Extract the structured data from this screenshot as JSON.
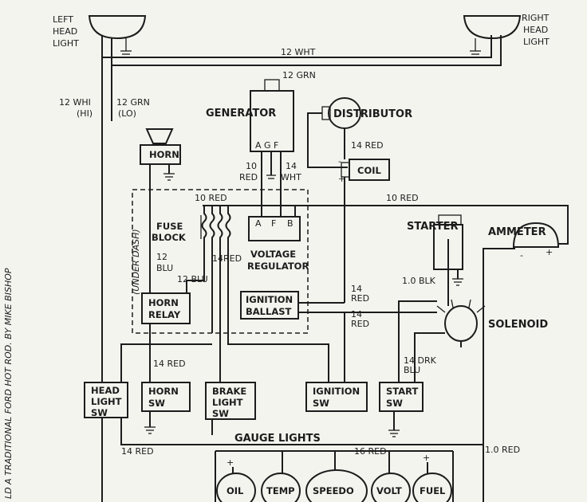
{
  "components": {
    "left_head_light": [
      "LEFT",
      "HEAD",
      "LIGHT"
    ],
    "right_head_light": [
      "RIGHT",
      "HEAD",
      "LIGHT"
    ],
    "generator": "GENERATOR",
    "generator_terminals": "A G F",
    "distributor": "DISTRIBUTOR",
    "coil": "COIL",
    "horn": "HORN",
    "fuse_block": [
      "FUSE",
      "BLOCK"
    ],
    "voltage_regulator": [
      "VOLTAGE",
      "REGULATOR"
    ],
    "regulator_terminals": [
      "A",
      "F",
      "B"
    ],
    "under_dash": "(UNDER DASH)",
    "starter": "STARTER",
    "ammeter": "AMMETER",
    "solenoid": "SOLENOID",
    "horn_relay": [
      "HORN",
      "RELAY"
    ],
    "ignition_ballast": [
      "IGNITION",
      "BALLAST"
    ],
    "head_light_sw": [
      "HEAD",
      "LIGHT",
      "SW"
    ],
    "horn_sw": [
      "HORN",
      "SW"
    ],
    "brake_light_sw": [
      "BRAKE",
      "LIGHT",
      "SW"
    ],
    "ignition_sw": [
      "IGNITION",
      "SW"
    ],
    "start_sw": [
      "START",
      "SW"
    ],
    "gauge_lights": "GAUGE LIGHTS",
    "gauges": [
      "OIL",
      "TEMP",
      "SPEEDO",
      "VOLT",
      "FUEL"
    ]
  },
  "wires": {
    "w_12_wht": "12 WHT",
    "w_12_grn": "12 GRN",
    "w_12_whi": "12 WHI",
    "w_hi": "(HI)",
    "w_12_grn_lo": "12 GRN",
    "w_lo": "(LO)",
    "w_14_red_coil": "14 RED",
    "w_10_red_gen": [
      "10",
      "RED"
    ],
    "w_14_wht_gen": [
      "14",
      "WHT"
    ],
    "w_10_red_fuse": "10 RED",
    "w_10_red_ammeter": "10 RED",
    "w_12_blu_a": [
      "12",
      "BLU"
    ],
    "w_14_red_fuse": "14RED",
    "w_12_blu_b": "12 BLU",
    "w_1_0_blk": "1.0 BLK",
    "w_14_red_ign_a": [
      "14",
      "RED"
    ],
    "w_14_red_ign_b": [
      "14",
      "RED"
    ],
    "w_14_red_horn": "14 RED",
    "w_14_drk_blu": [
      "14 DRK",
      "BLU"
    ],
    "w_14_red_bottom": "14 RED",
    "w_16_red": "16 RED",
    "w_1_0_red": "1.0 RED",
    "plus_left": "+",
    "plus_right": "+",
    "minus_ammeter": "-",
    "plus_ammeter": "+",
    "plus_coil": "+",
    "minus_coil": "-"
  },
  "margin_note": "LD A TRADITIONAL FORD HOT ROD. BY MIKE BISHOP"
}
